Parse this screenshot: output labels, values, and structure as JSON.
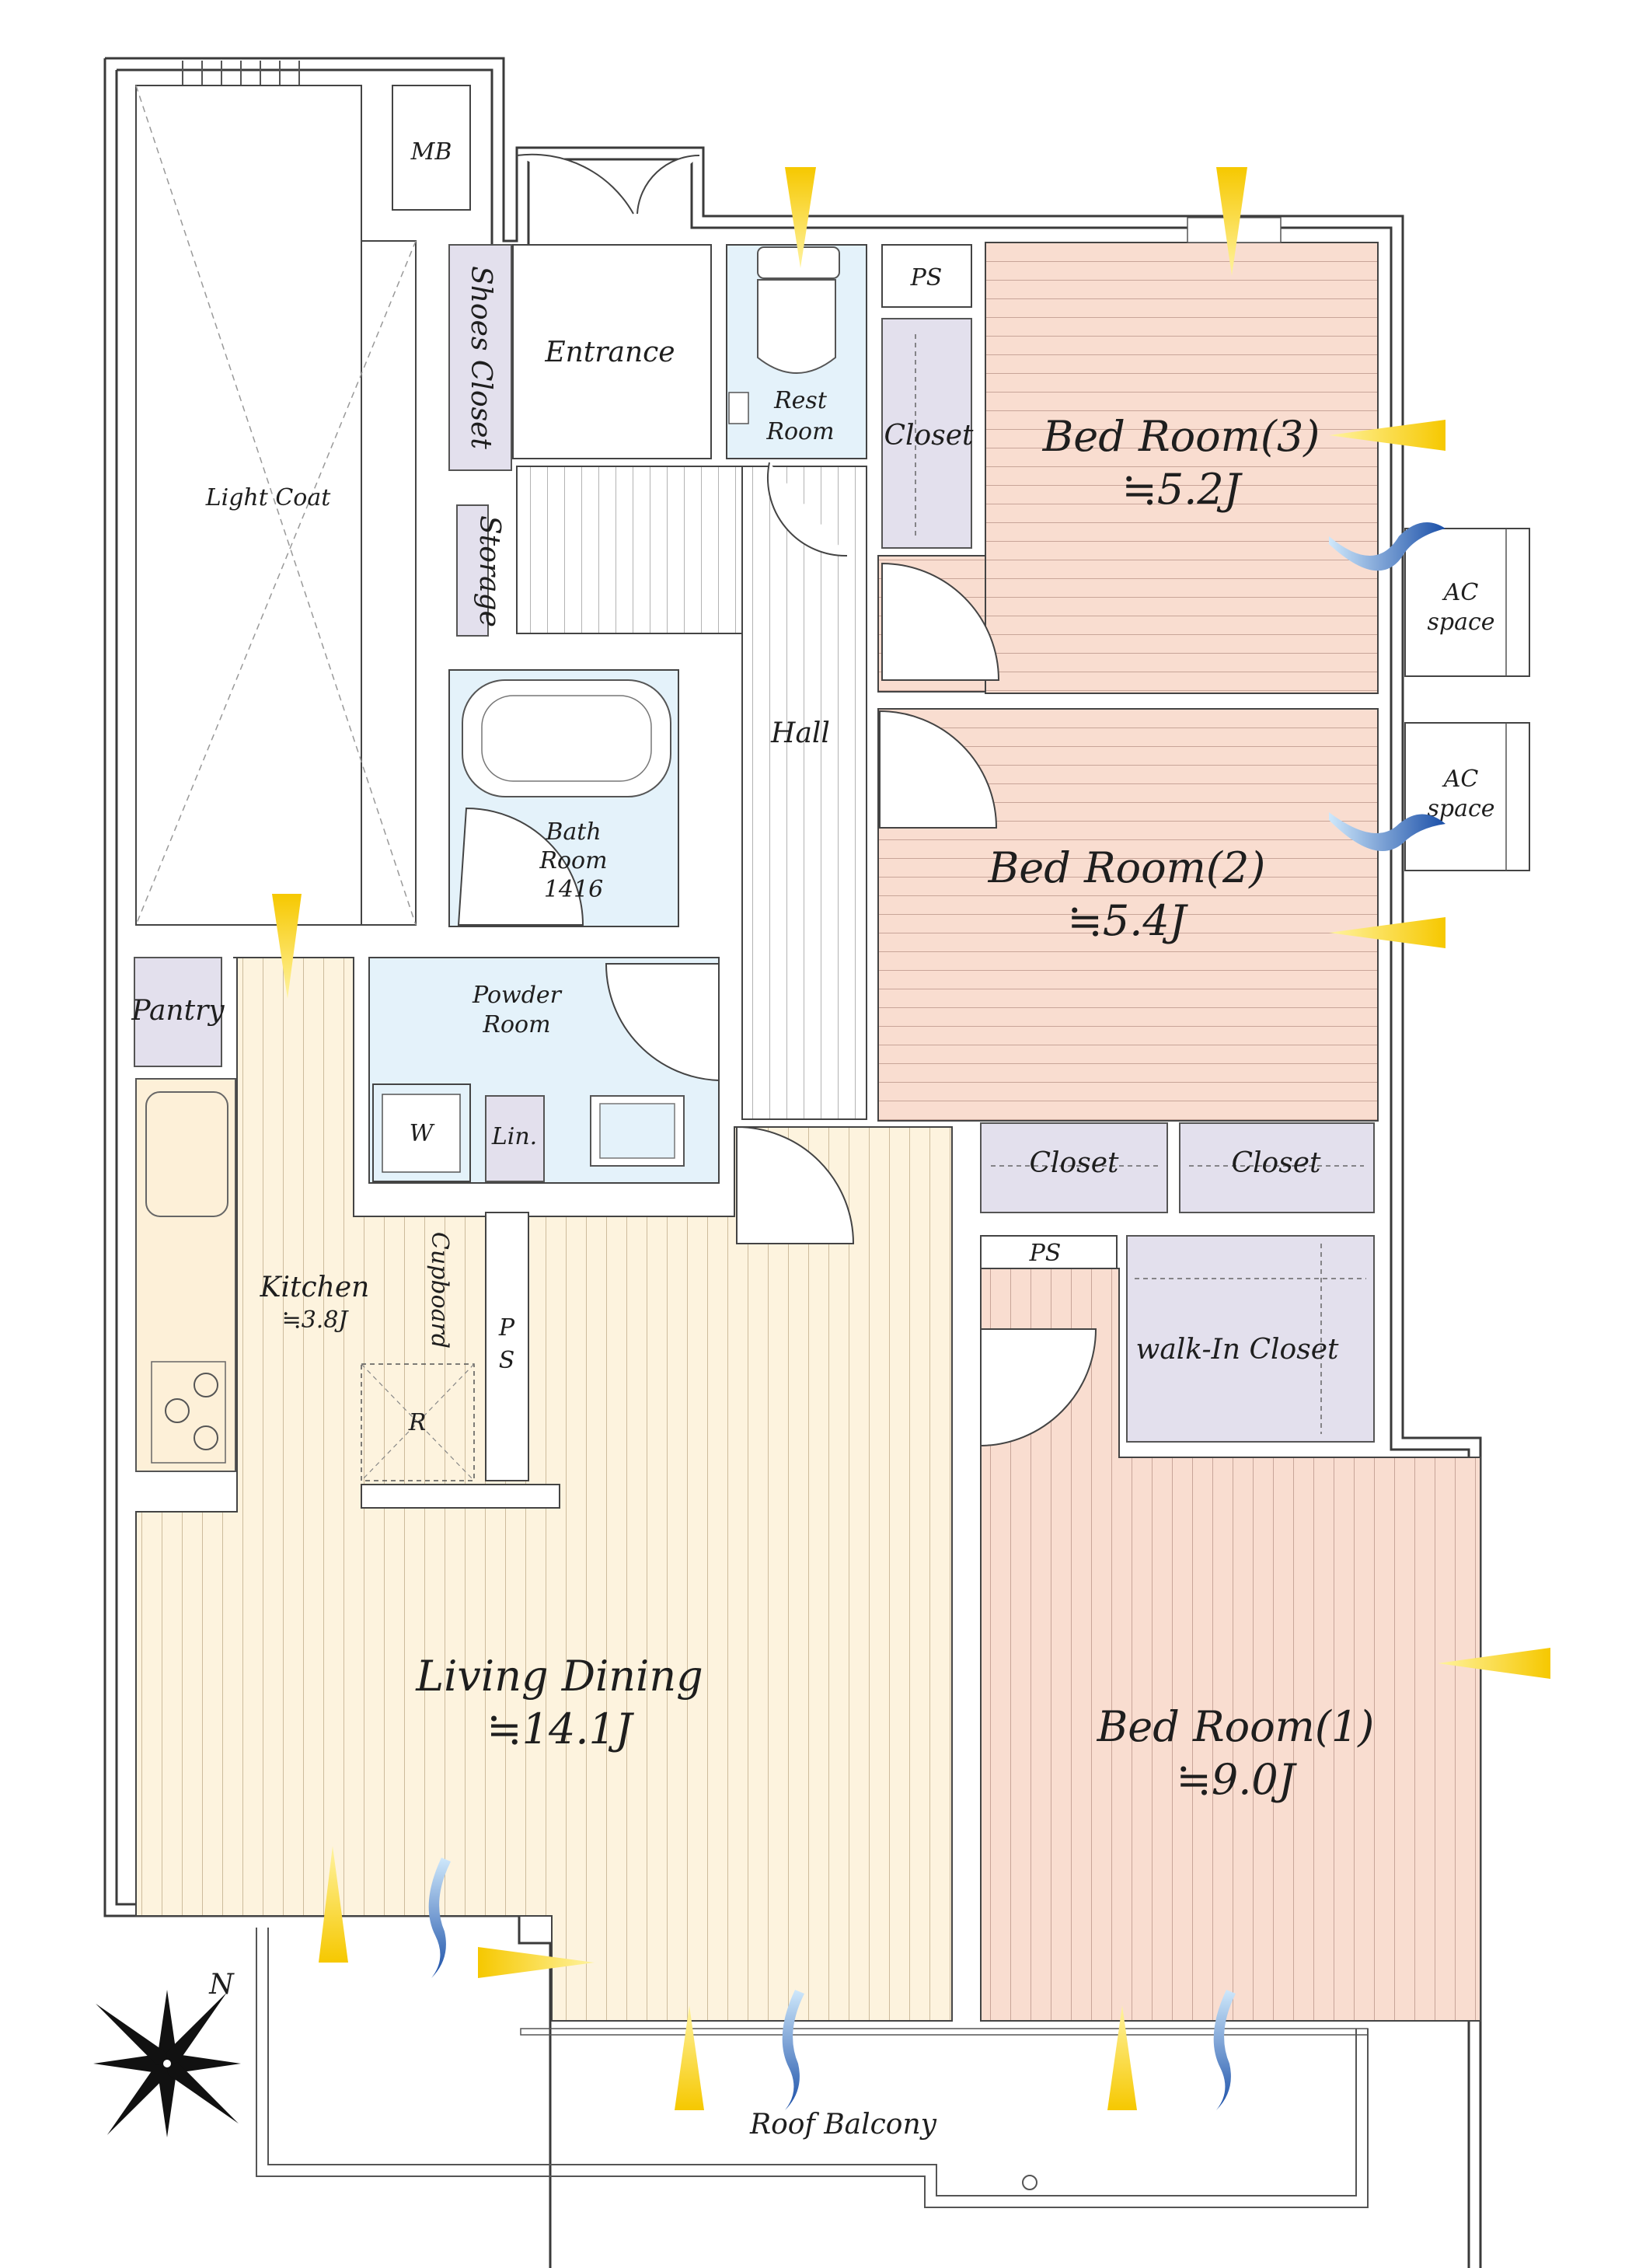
{
  "colors": {
    "living_floor": "#fdf3de",
    "living_lines": "#c9b89a",
    "bedroom_floor": "#f9ddd0",
    "bedroom_lines": "#c8a599",
    "hall_floor": "#ffffff",
    "wet_area": "#e4f2fa",
    "closet": "#e3e0ed",
    "light_marker": "#f2c400",
    "wind_marker": "#1f5fb4"
  },
  "rooms": {
    "light_coat": "Light Coat",
    "mb": "MB",
    "shoes_closet": "Shoes Closet",
    "entrance": "Entrance",
    "storage": "Storage",
    "rest_room": [
      "Rest",
      "Room"
    ],
    "ps_top": "PS",
    "closet_br3": "Closet",
    "bed_room_3": {
      "name": "Bed Room(3)",
      "size": "≒5.2J"
    },
    "ac_space_1": [
      "AC",
      "space"
    ],
    "ac_space_2": [
      "AC",
      "space"
    ],
    "hall": "Hall",
    "bath_room": [
      "Bath",
      "Room",
      "1416"
    ],
    "bed_room_2": {
      "name": "Bed Room(2)",
      "size": "≒5.4J"
    },
    "pantry": "Pantry",
    "powder_room": [
      "Powder",
      "Room"
    ],
    "washer": "W",
    "linen": "Lin.",
    "closet_left": "Closet",
    "closet_right": "Closet",
    "ps_mid": "PS",
    "kitchen": {
      "name": "Kitchen",
      "size": "≒3.8J"
    },
    "cupboard": "Cupboard",
    "ps_vertical": [
      "P",
      "S"
    ],
    "fridge": "R",
    "walk_in_closet": "walk-In Closet",
    "living_dining": {
      "name": "Living Dining",
      "size": "≒14.1J"
    },
    "bed_room_1": {
      "name": "Bed Room(1)",
      "size": "≒9.0J"
    },
    "roof_balcony": "Roof Balcony"
  },
  "compass": {
    "label": "N"
  }
}
